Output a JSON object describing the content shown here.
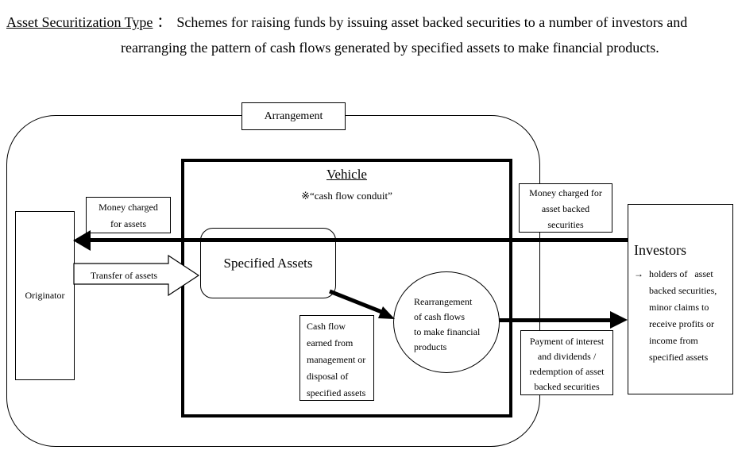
{
  "title": {
    "term": "Asset Securitization Type",
    "separator": "：",
    "line1_rest": "Schemes for raising funds by issuing asset backed securities to a number of investors and",
    "line2": "rearranging the pattern of cash flows generated by specified assets to make financial products."
  },
  "arrangement": {
    "label": "Arrangement"
  },
  "vehicle": {
    "title": "Vehicle",
    "subtitle": "※“cash flow conduit”"
  },
  "specified_assets": {
    "label": "Specified Assets"
  },
  "originator": {
    "label": "Originator"
  },
  "money_for_assets": {
    "lines": [
      "Money charged",
      "for assets"
    ]
  },
  "transfer_of_assets": {
    "label": "Transfer of assets"
  },
  "money_for_securities": {
    "lines": [
      "Money charged for",
      "asset backed",
      "securities"
    ]
  },
  "cash_flow": {
    "lines": [
      "Cash flow",
      "earned from",
      "management or",
      "disposal of",
      "specified assets"
    ]
  },
  "rearrangement": {
    "lines": [
      "Rearrangement",
      "of cash flows",
      "to make financial",
      "products"
    ]
  },
  "payment": {
    "lines": [
      "Payment of interest",
      "and dividends /",
      "redemption of asset",
      "backed securities"
    ]
  },
  "investors": {
    "title": "Investors",
    "arrow": "→",
    "desc_lines": [
      "holders of   asset",
      "backed securities,",
      "minor claims to",
      "receive profits or",
      "income from",
      "specified assets"
    ]
  },
  "colors": {
    "ink": "#000000",
    "background": "#ffffff"
  }
}
